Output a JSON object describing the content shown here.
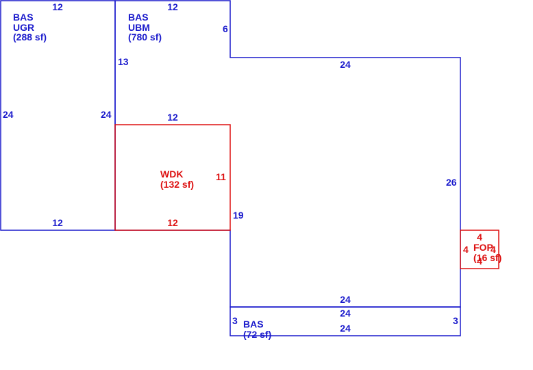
{
  "colors": {
    "blue": "#1a1acc",
    "red": "#dd1111"
  },
  "areas": {
    "bas_ugr": {
      "code": "BAS",
      "sub": "UGR",
      "area": "(288 sf)"
    },
    "bas_ubm": {
      "code": "BAS",
      "sub": "UBM",
      "area": "(780 sf)"
    },
    "wdk": {
      "code": "WDK",
      "area": "(132 sf)"
    },
    "bas_bottom": {
      "code": "BAS",
      "area": "(72 sf)"
    },
    "fop": {
      "code": "FOP",
      "area": "(16 sf)"
    }
  },
  "dimensions": {
    "ugr_top": "12",
    "ugr_left": "24",
    "ugr_right": "24",
    "ugr_bottom": "12",
    "ubm_top": "12",
    "ubm_notch": "6",
    "ubm_left": "13",
    "ubm_step": "24",
    "ubm_right": "26",
    "ubm_inner": "19",
    "ubm_bottom": "24",
    "wdk_top": "12",
    "wdk_right": "11",
    "wdk_bottom": "12",
    "bas_top": "24",
    "bas_bottom": "24",
    "bas_left": "3",
    "bas_right": "3",
    "fop_top": "4",
    "fop_left": "4",
    "fop_right": "4",
    "fop_bottom": "4"
  }
}
